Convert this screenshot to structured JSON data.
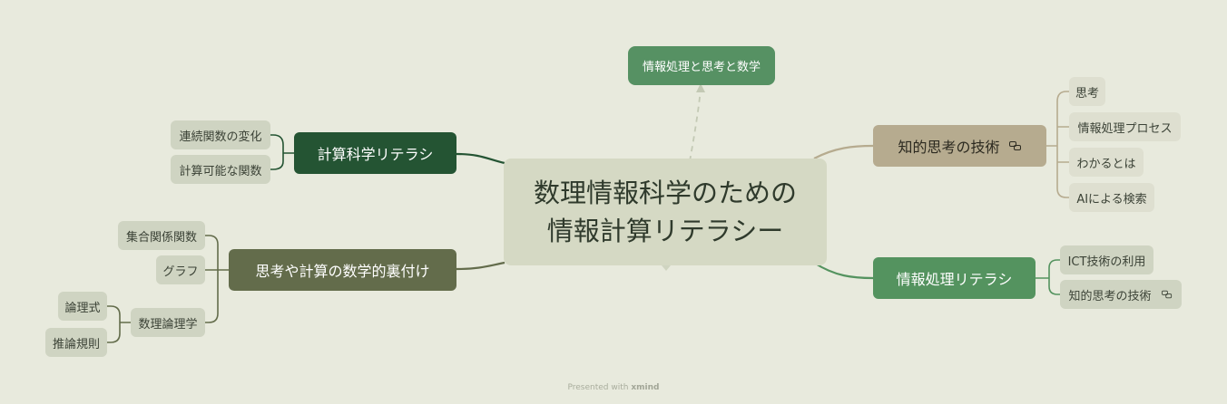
{
  "central": {
    "line1": "数理情報科学のための",
    "line2": "情報計算リテラシー"
  },
  "floating": {
    "label": "情報処理と思考と数学"
  },
  "branches": {
    "keisan": {
      "label": "計算科学リテラシ",
      "children": [
        "連続関数の変化",
        "計算可能な関数"
      ]
    },
    "shikou": {
      "label": "思考や計算の数学的裏付け",
      "children": [
        "集合関係関数",
        "グラフ",
        "数理論理学"
      ],
      "grandchildren": [
        "論理式",
        "推論規則"
      ]
    },
    "chiteki": {
      "label": "知的思考の技術",
      "children": [
        "思考",
        "情報処理プロセス",
        "わかるとは",
        "AIによる検索"
      ]
    },
    "joho": {
      "label": "情報処理リテラシ",
      "children": [
        "ICT技術の利用",
        "知的思考の技術"
      ]
    }
  },
  "icons": {
    "link": "link-icon"
  },
  "colors": {
    "background": "#e8eadd",
    "central": "#d5d9c4",
    "keisan": "#245433",
    "shikou": "#636c4b",
    "chiteki": "#b6ab8f",
    "joho": "#54935f",
    "float": "#569163"
  },
  "footer": {
    "presented": "Presented with",
    "brand": "xmind"
  }
}
